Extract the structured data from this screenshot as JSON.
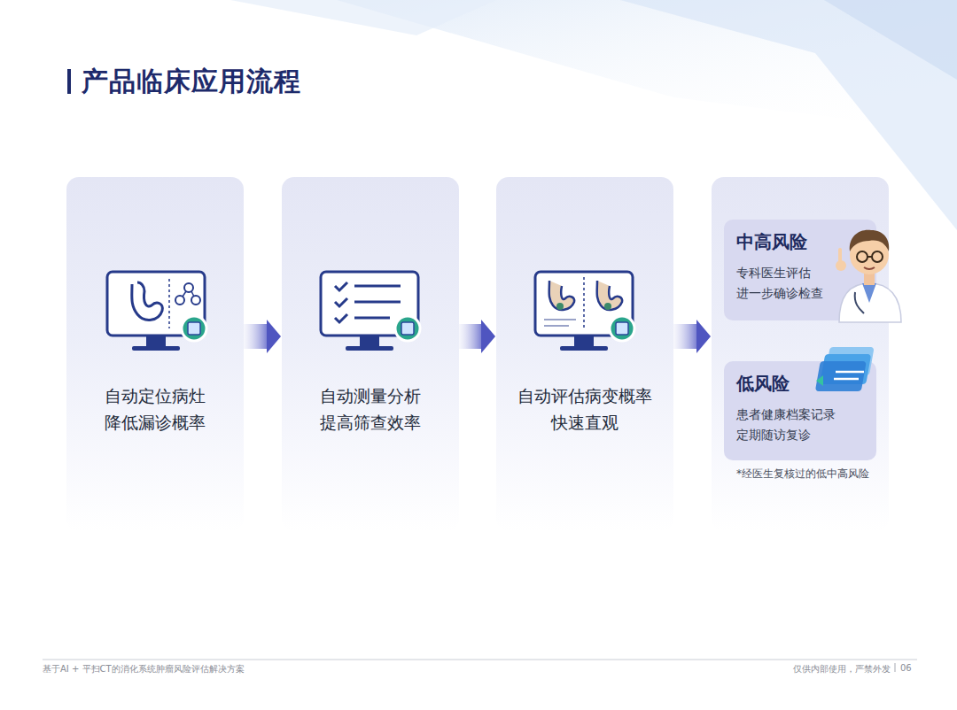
{
  "diagram": {
    "title": "产品临床应用流程",
    "nodes": [
      {
        "text": [
          "自动定位病灶 降低漏诊概率"
        ]
      },
      {
        "text": [
          "自动测量分析 提高筛查效率"
        ]
      },
      {
        "text": [
          "自动评估病变概率 快速直观"
        ]
      },
      {
        "text": [
          "*经医生复核过的低中高风险"
        ]
      },
      {
        "text": [
          "中高风险",
          "专科医生评估 进一步确诊检查"
        ],
        "in": 3
      },
      {
        "text": [
          "低风险",
          "患者健康档案记录 定期随访复诊"
        ],
        "in": 3
      }
    ],
    "edges": [
      {
        "from": 0,
        "to": 1,
        "arrow": "to"
      },
      {
        "from": 1,
        "to": 2,
        "arrow": "to"
      },
      {
        "from": 2,
        "to": 3,
        "arrow": "to"
      }
    ],
    "labels": [
      "基于AI + 平扫CT的消化系统肿瘤风险评估解决方案",
      "仅供内部使用，严禁外发",
      "06"
    ]
  }
}
